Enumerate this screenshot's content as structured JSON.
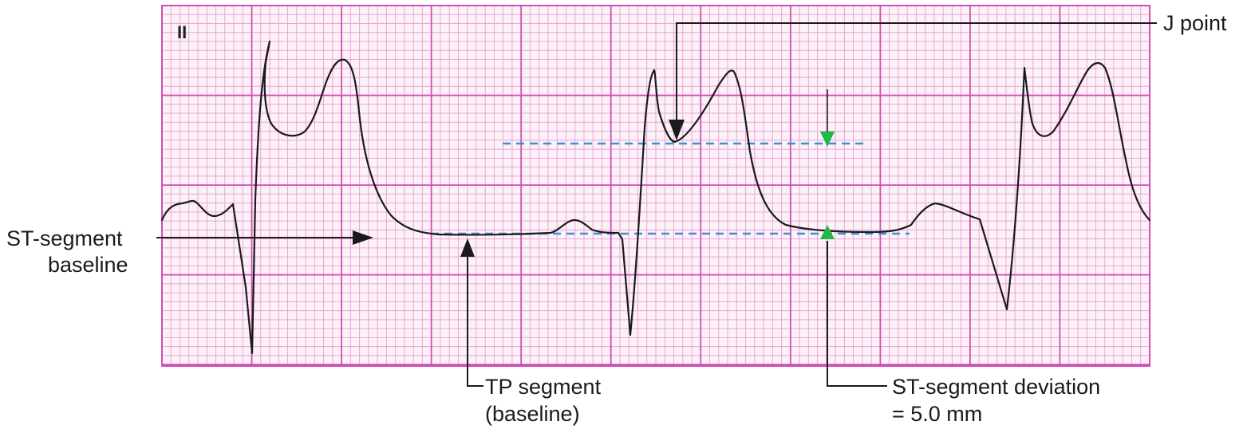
{
  "figure": {
    "lead_label": "II",
    "labels": {
      "j_point": "J point",
      "st_baseline": [
        "ST-segment",
        "baseline"
      ],
      "tp_segment": [
        "TP segment",
        "(baseline)"
      ],
      "st_deviation": [
        "ST-segment deviation",
        "= 5.0 mm"
      ]
    },
    "colors": {
      "grid_minor": "#e7a7d6",
      "grid_major": "#cf4fb2",
      "trace": "#1a1a1a",
      "reference_line": "#3d8fd6",
      "deviation_arrow": "#1fb84a",
      "annotation": "#1a1a1a"
    }
  }
}
